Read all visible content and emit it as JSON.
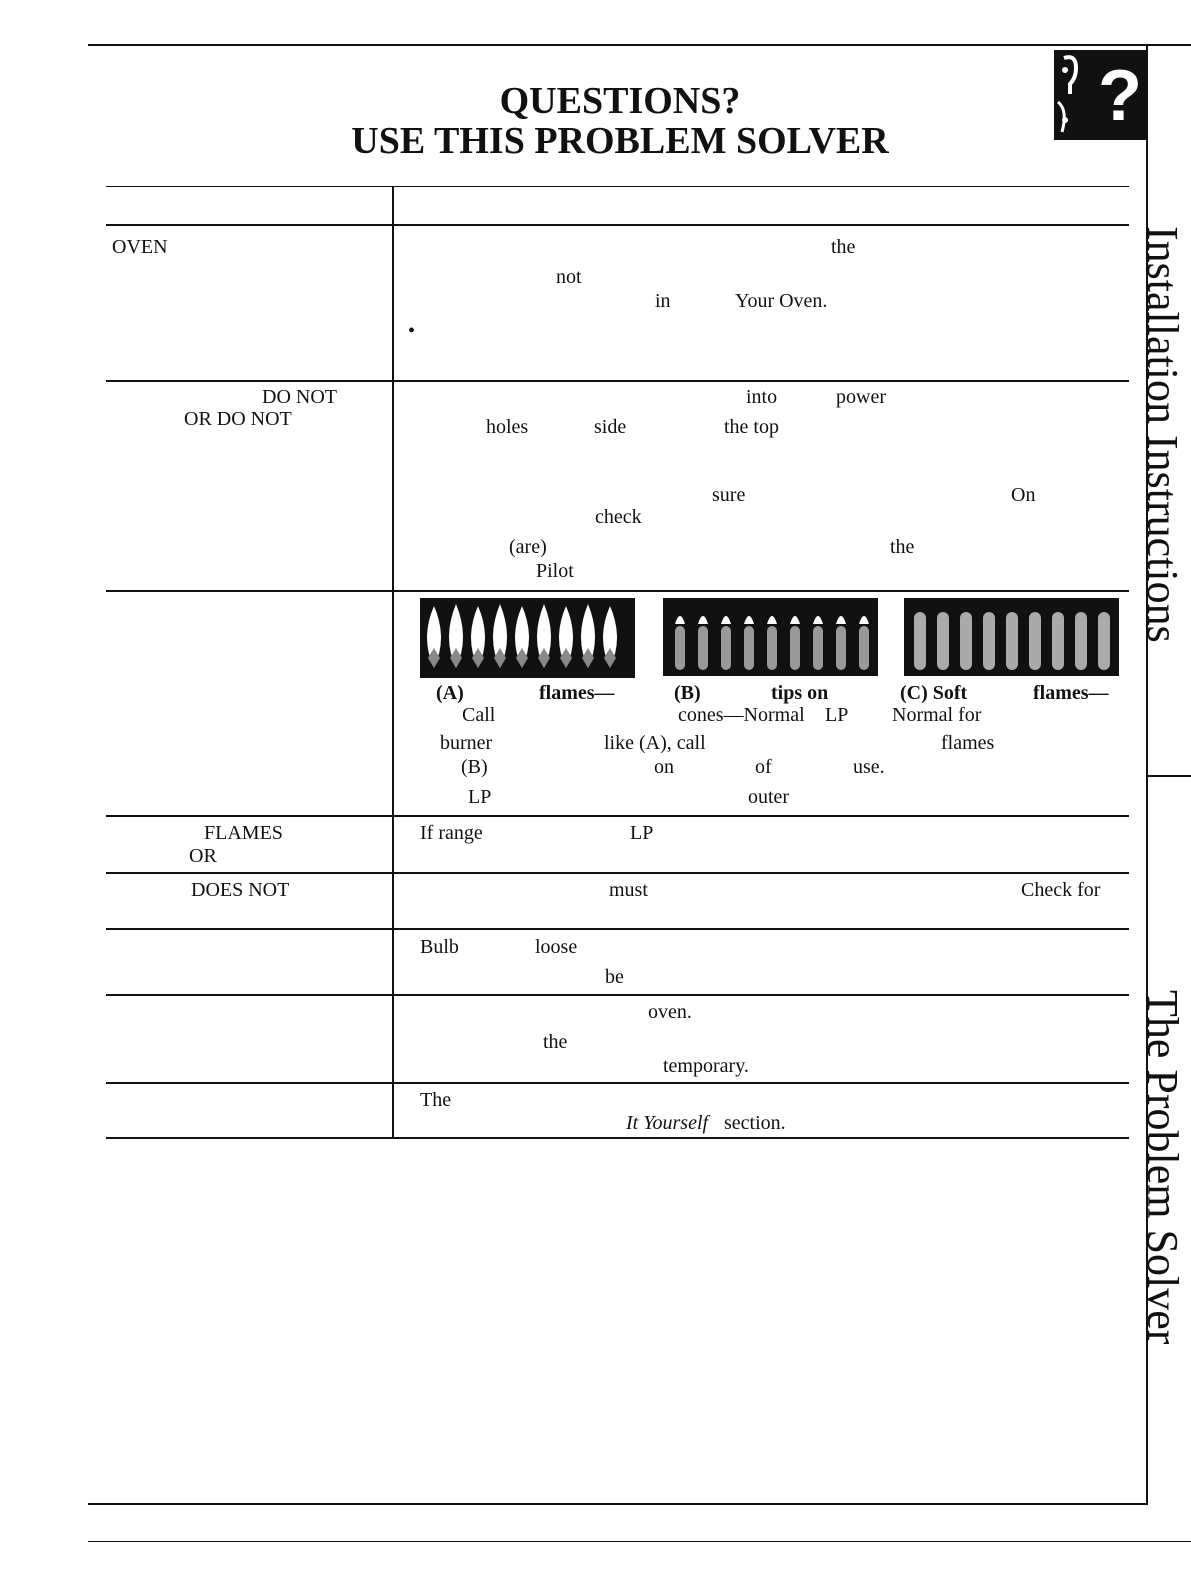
{
  "header": {
    "title_line1": "QUESTIONS?",
    "title_line2": "USE THIS PROBLEM SOLVER"
  },
  "side_tabs": {
    "top": "Installation Instructions",
    "bottom": "The Problem Solver"
  },
  "rows": {
    "r1": {
      "left": [
        "OVEN"
      ],
      "right": [
        "the",
        "not",
        "in",
        "Your Oven.",
        "•"
      ]
    },
    "r2": {
      "left": [
        "DO NOT",
        "OR DO NOT"
      ],
      "right": [
        "into",
        "power",
        "holes",
        "side",
        "the top",
        "sure",
        "On",
        "check",
        "(are)",
        "the",
        "Pilot"
      ]
    },
    "r3": {
      "captions": [
        "(A)",
        "flames—",
        "(B)",
        "tips on",
        "(C) Soft",
        "flames—",
        "Call",
        "cones—Normal",
        "LP",
        "Normal for",
        "burner",
        "like (A), call",
        "flames",
        "(B)",
        "on",
        "of",
        "use.",
        "LP",
        "outer"
      ]
    },
    "r4": {
      "left": [
        "FLAMES",
        "OR"
      ],
      "right": [
        "If range",
        "LP"
      ]
    },
    "r5": {
      "left": [
        "DOES NOT"
      ],
      "right": [
        "must",
        "Check for"
      ]
    },
    "r6": {
      "right": [
        "Bulb",
        "loose",
        "be"
      ]
    },
    "r7": {
      "right": [
        "oven.",
        "the",
        "temporary."
      ]
    },
    "r8": {
      "right": [
        "The",
        "It Yourself",
        "section."
      ]
    }
  }
}
